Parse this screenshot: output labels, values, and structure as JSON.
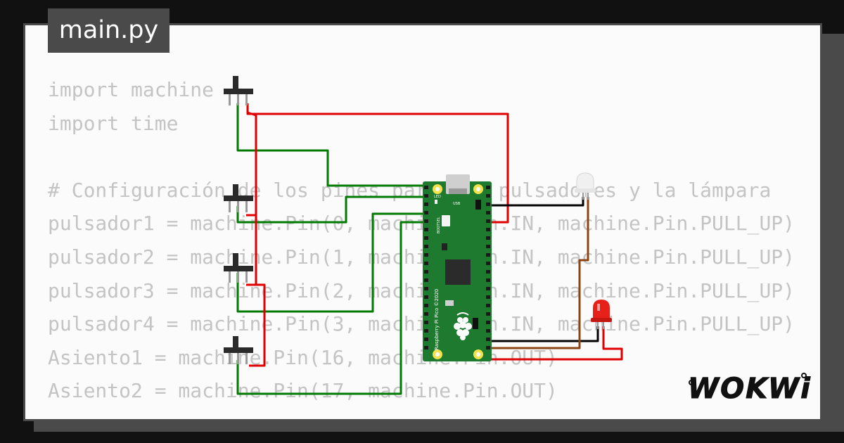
{
  "file_tab": {
    "label": "main.py"
  },
  "code_lines": [
    "import machine",
    "import time",
    "",
    "# Configuración de los pines para los pulsadores y la lámpara",
    "pulsador1 = machine.Pin(0, machine.Pin.IN, machine.Pin.PULL_UP)",
    "pulsador2 = machine.Pin(1, machine.Pin.IN, machine.Pin.PULL_UP)",
    "pulsador3 = machine.Pin(2, machine.Pin.IN, machine.Pin.PULL_UP)",
    "pulsador4 = machine.Pin(3, machine.Pin.IN, machine.Pin.PULL_UP)",
    "Asiento1 = machine.Pin(16, machine.Pin.OUT)",
    "Asiento2 = machine.Pin(17, machine.Pin.OUT)"
  ],
  "board": {
    "name": "Raspberry Pi Pico ©2020",
    "led_label": "LED",
    "usb_label": "USB",
    "bootsel_label": "BOOTSEL"
  },
  "brand": {
    "logo_text": "WOKWi"
  },
  "colors": {
    "background": "#111111",
    "card": "#fbfbfb",
    "frame": "#4a4a4a",
    "code_text": "#c4c4c4",
    "board_green": "#1e7a2e",
    "wire_red": "#e00000",
    "wire_green": "#007a00",
    "wire_black": "#000000",
    "wire_brown": "#8b4513",
    "led_red": "#e8201a",
    "led_white": "#f0f0f0"
  }
}
